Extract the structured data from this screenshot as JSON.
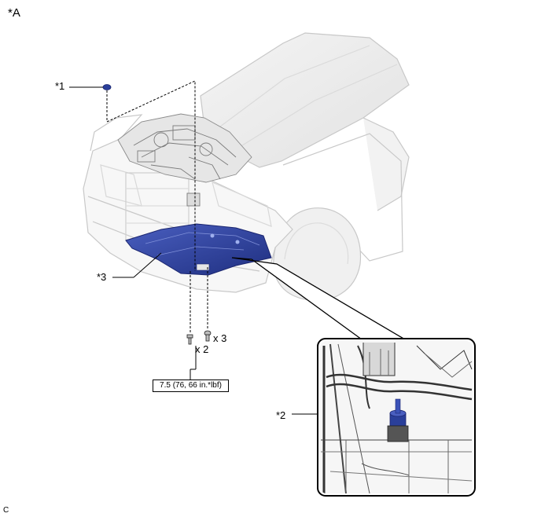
{
  "view_label": "*A",
  "callouts": {
    "part_1": "*1",
    "part_2": "*2",
    "part_3": "*3"
  },
  "fasteners": {
    "qty_upper": "x 3",
    "qty_lower": "x 2",
    "torque_spec": "7.5 (76, 66 in.*lbf)"
  },
  "corner_code": "C",
  "colors": {
    "part_blue": "#2a3f9a",
    "car_line": "#c8c8c8",
    "engine_line": "#7a7a7a"
  }
}
